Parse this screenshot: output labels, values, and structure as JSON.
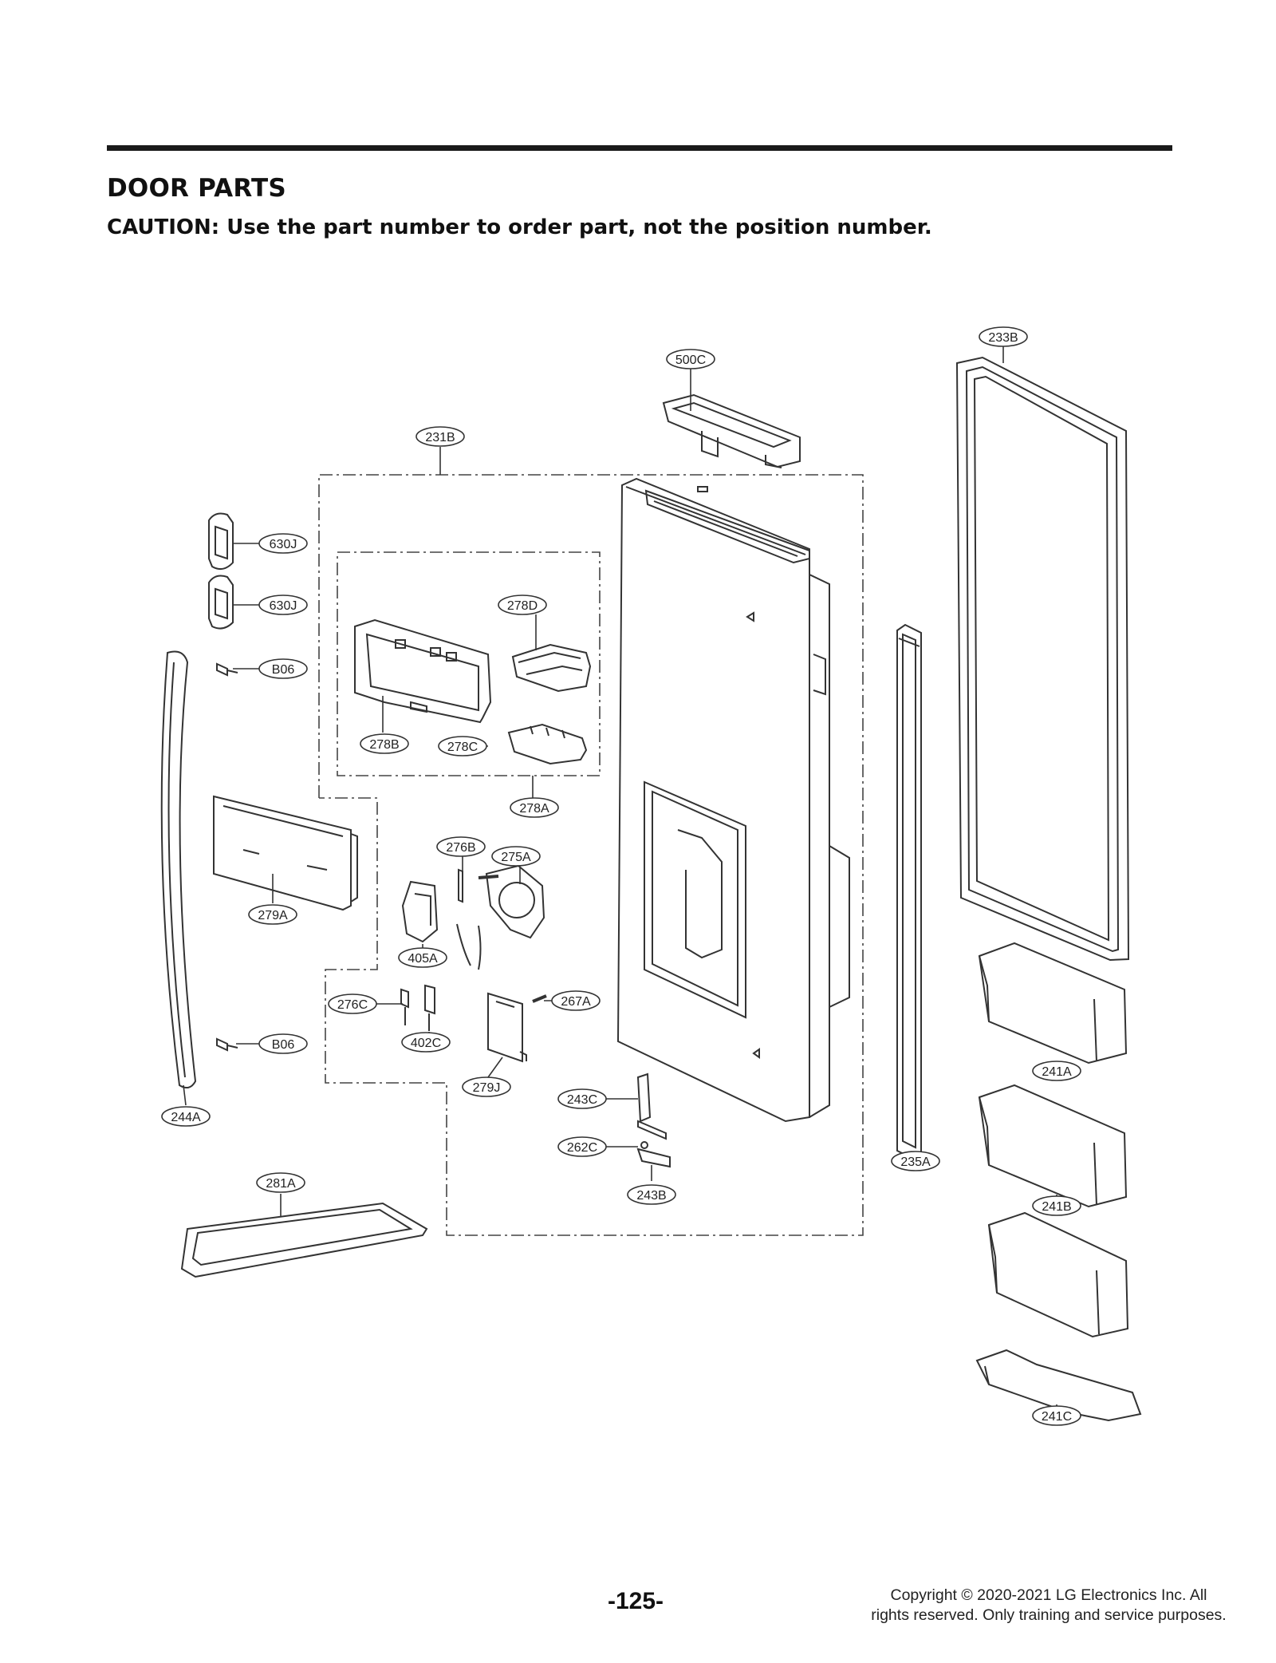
{
  "document": {
    "section_title": "DOOR PARTS",
    "caution": "CAUTION: Use the part number to order part, not the position number.",
    "page_number": "-125-",
    "copyright": "Copyright © 2020-2021 LG Electronics Inc. All rights reserved. Only training and service purposes."
  },
  "callouts": {
    "c500C": "500C",
    "c233B": "233B",
    "c231B": "231B",
    "c630J_a": "630J",
    "c630J_b": "630J",
    "c278D": "278D",
    "cB06_a": "B06",
    "c278B": "278B",
    "c278C": "278C",
    "c278A": "278A",
    "c276B": "276B",
    "c275A": "275A",
    "c279A": "279A",
    "c405A": "405A",
    "c276C": "276C",
    "c267A": "267A",
    "cB06_b": "B06",
    "c402C": "402C",
    "c279J": "279J",
    "c243C": "243C",
    "c241A": "241A",
    "c244A": "244A",
    "c262C": "262C",
    "c235A": "235A",
    "c243B": "243B",
    "c281A": "281A",
    "c241B": "241B",
    "c241C": "241C"
  }
}
